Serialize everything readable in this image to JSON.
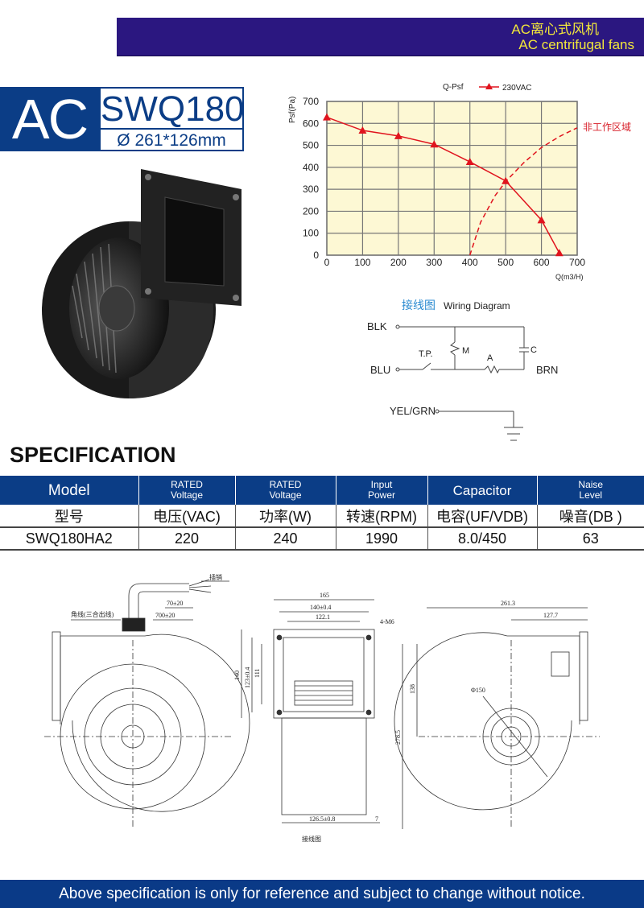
{
  "header": {
    "title_cn": "AC离心式风机",
    "title_en": "AC centrifugal fans",
    "band_color": "#2b1780",
    "text_color": "#f3e83a"
  },
  "logo": {
    "type": "AC",
    "model": "SWQ180",
    "dimension": "Ø 261*126mm",
    "brand_color": "#0b3d86"
  },
  "product_image": {
    "icon": "centrifugal-fan-photo"
  },
  "chart_data": {
    "type": "line",
    "title": "Q-Psf",
    "xlabel": "Q(m3/H)",
    "ylabel": "Psf(Pa)",
    "xlim": [
      0,
      700
    ],
    "ylim": [
      0,
      700
    ],
    "x_ticks": [
      "0",
      "100",
      "200",
      "300",
      "400",
      "500",
      "600",
      "700"
    ],
    "y_ticks": [
      "0",
      "100",
      "200",
      "300",
      "400",
      "500",
      "600",
      "700"
    ],
    "grid": true,
    "legend": "top",
    "series": [
      {
        "name": "230VAC",
        "color": "#e0141e",
        "marker": "triangle",
        "x": [
          0,
          100,
          200,
          300,
          400,
          500,
          600,
          650
        ],
        "y": [
          628,
          568,
          543,
          505,
          425,
          338,
          160,
          10
        ]
      },
      {
        "name": "非工作区域",
        "color": "#e0141e",
        "style": "dashed",
        "x": [
          400,
          430,
          470,
          500,
          550,
          600,
          650,
          700
        ],
        "y": [
          0,
          150,
          270,
          335,
          420,
          490,
          540,
          580
        ]
      }
    ],
    "annotation": "非工作区域"
  },
  "wiring": {
    "title_cn": "接线图",
    "title_en": "Wiring Diagram",
    "labels": {
      "blk": "BLK",
      "blu": "BLU",
      "brn": "BRN",
      "yg": "YEL/GRN",
      "tp": "T.P.",
      "m": "M",
      "a": "A",
      "c": "C"
    }
  },
  "spec": {
    "title": "SPECIFICATION",
    "headers": [
      {
        "l1": "Model",
        "l2": ""
      },
      {
        "l1": "RATED",
        "l2": "Voltage"
      },
      {
        "l1": "RATED",
        "l2": "Voltage"
      },
      {
        "l1": "Input",
        "l2": "Power"
      },
      {
        "l1": "Capacitor",
        "l2": ""
      },
      {
        "l1": "Naise",
        "l2": "Level"
      }
    ],
    "units": [
      "型号",
      "电压(VAC)",
      "功率(W)",
      "转速(RPM)",
      "电容(UF/VDB)",
      "噪音(DB )"
    ],
    "rows": [
      [
        "SWQ180HA2",
        "220",
        "240",
        "1990",
        "8.0/450",
        "63"
      ]
    ]
  },
  "drawing": {
    "left": {
      "lead_label": "插销",
      "d1": "70±20",
      "d2": "700±20",
      "note": "角线(三合出线)"
    },
    "middle": {
      "w1": "165",
      "w2": "140±0.4",
      "w3": "122.1",
      "holes": "4-M6",
      "h1": "140",
      "h2": "123±0.4",
      "h3": "111",
      "b1": "126.5±0.8",
      "b2": "7",
      "caption": "接线图"
    },
    "right": {
      "w1": "261.3",
      "w2": "127.7",
      "h1": "138",
      "h2": "278.5",
      "dia": "Φ150"
    }
  },
  "footer": {
    "text": "Above specification is only for reference and subject to change without notice.",
    "color": "#0a3a87"
  }
}
